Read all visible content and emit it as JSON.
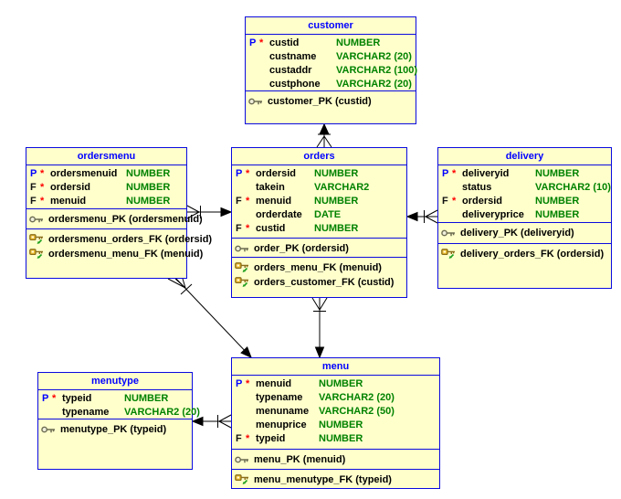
{
  "diagram": {
    "tables": [
      {
        "name": "customer",
        "columns": [
          {
            "key": "P",
            "star": "*",
            "name": "custid",
            "type": "NUMBER"
          },
          {
            "key": "",
            "star": "",
            "name": "custname",
            "type": "VARCHAR2 (20)"
          },
          {
            "key": "",
            "star": "",
            "name": "custaddr",
            "type": "VARCHAR2 (100)"
          },
          {
            "key": "",
            "star": "",
            "name": "custphone",
            "type": "VARCHAR2 (20)"
          }
        ],
        "primary_keys": [
          "customer_PK (custid)"
        ],
        "foreign_keys": []
      },
      {
        "name": "ordersmenu",
        "columns": [
          {
            "key": "P",
            "star": "*",
            "name": "ordersmenuid",
            "type": "NUMBER"
          },
          {
            "key": "F",
            "star": "*",
            "name": "ordersid",
            "type": "NUMBER"
          },
          {
            "key": "F",
            "star": "*",
            "name": "menuid",
            "type": "NUMBER"
          }
        ],
        "primary_keys": [
          "ordersmenu_PK (ordersmenuid)"
        ],
        "foreign_keys": [
          "ordersmenu_orders_FK (ordersid)",
          "ordersmenu_menu_FK (menuid)"
        ]
      },
      {
        "name": "orders",
        "columns": [
          {
            "key": "P",
            "star": "*",
            "name": "ordersid",
            "type": "NUMBER"
          },
          {
            "key": "",
            "star": "",
            "name": "takein",
            "type": "VARCHAR2"
          },
          {
            "key": "F",
            "star": "*",
            "name": "menuid",
            "type": "NUMBER"
          },
          {
            "key": "",
            "star": "",
            "name": "orderdate",
            "type": "DATE"
          },
          {
            "key": "F",
            "star": "*",
            "name": "custid",
            "type": "NUMBER"
          }
        ],
        "primary_keys": [
          "order_PK (ordersid)"
        ],
        "foreign_keys": [
          "orders_menu_FK (menuid)",
          "orders_customer_FK (custid)"
        ]
      },
      {
        "name": "delivery",
        "columns": [
          {
            "key": "P",
            "star": "*",
            "name": "deliveryid",
            "type": "NUMBER"
          },
          {
            "key": "",
            "star": "",
            "name": "status",
            "type": "VARCHAR2 (10)"
          },
          {
            "key": "F",
            "star": "*",
            "name": "ordersid",
            "type": "NUMBER"
          },
          {
            "key": "",
            "star": "",
            "name": "deliveryprice",
            "type": "NUMBER"
          }
        ],
        "primary_keys": [
          "delivery_PK (deliveryid)"
        ],
        "foreign_keys": [
          "delivery_orders_FK (ordersid)"
        ]
      },
      {
        "name": "menutype",
        "columns": [
          {
            "key": "P",
            "star": "*",
            "name": "typeid",
            "type": "NUMBER"
          },
          {
            "key": "",
            "star": "",
            "name": "typename",
            "type": "VARCHAR2 (20)"
          }
        ],
        "primary_keys": [
          "menutype_PK (typeid)"
        ],
        "foreign_keys": []
      },
      {
        "name": "menu",
        "columns": [
          {
            "key": "P",
            "star": "*",
            "name": "menuid",
            "type": "NUMBER"
          },
          {
            "key": "",
            "star": "",
            "name": "typename",
            "type": "VARCHAR2 (20)"
          },
          {
            "key": "",
            "star": "",
            "name": "menuname",
            "type": "VARCHAR2 (50)"
          },
          {
            "key": "",
            "star": "",
            "name": "menuprice",
            "type": "NUMBER"
          },
          {
            "key": "F",
            "star": "*",
            "name": "typeid",
            "type": "NUMBER"
          }
        ],
        "primary_keys": [
          "menu_PK (menuid)"
        ],
        "foreign_keys": [
          "menu_menutype_FK (typeid)"
        ]
      }
    ],
    "relationships": [
      {
        "child": "orders",
        "parent": "customer"
      },
      {
        "child": "ordersmenu",
        "parent": "orders"
      },
      {
        "child": "delivery",
        "parent": "orders"
      },
      {
        "child": "orders",
        "parent": "menu"
      },
      {
        "child": "ordersmenu",
        "parent": "menu"
      },
      {
        "child": "menu",
        "parent": "menutype"
      }
    ],
    "icons": {
      "primary_key": "pk-key-icon",
      "foreign_key": "fk-key-icon"
    },
    "colors": {
      "table_fill": "#ffffcc",
      "table_border": "#0a0ae0",
      "title_text": "#0000ff",
      "column_name": "#000000",
      "column_type": "#008200",
      "pk_marker": "#0000ff",
      "fk_marker": "#111111",
      "required_marker": "#ff0000",
      "connector": "#000000",
      "background": "#ffffff"
    }
  }
}
